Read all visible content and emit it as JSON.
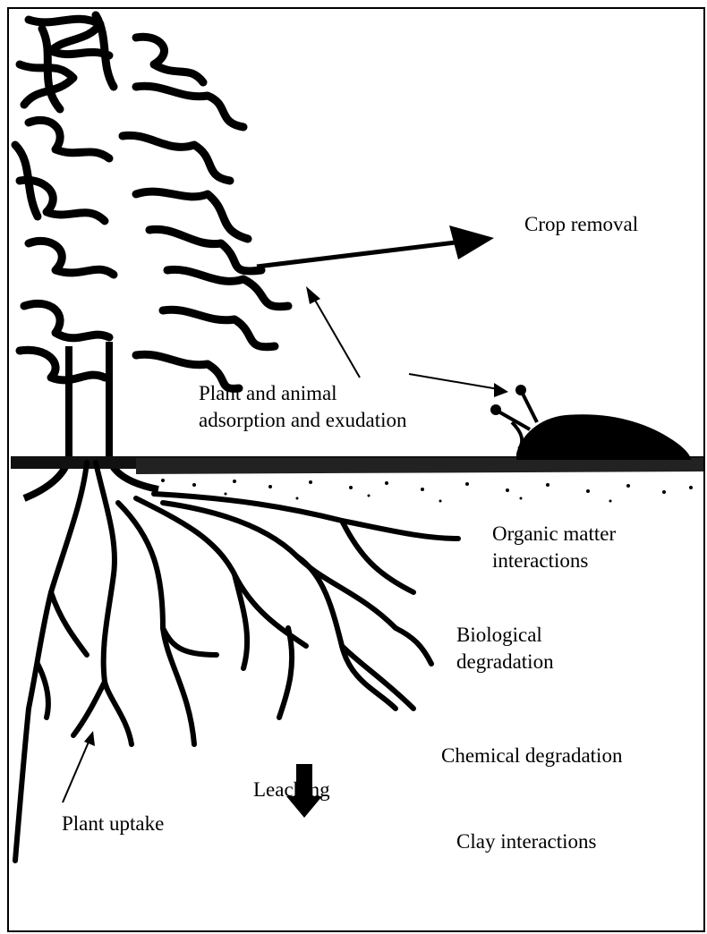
{
  "diagram": {
    "labels": {
      "crop_removal": "Crop removal",
      "plant_animal": "Plant and animal\nadsorption and exudation",
      "organic_matter": "Organic matter\ninteractions",
      "biological": "Biological\ndegradation",
      "chemical": "Chemical degradation",
      "leaching": "Leaching",
      "plant_uptake": "Plant uptake",
      "clay": "Clay interactions"
    },
    "icons": {
      "tree": "tree-icon",
      "roots": "roots-icon",
      "animal": "slug-icon",
      "ground": "soil-surface"
    }
  }
}
